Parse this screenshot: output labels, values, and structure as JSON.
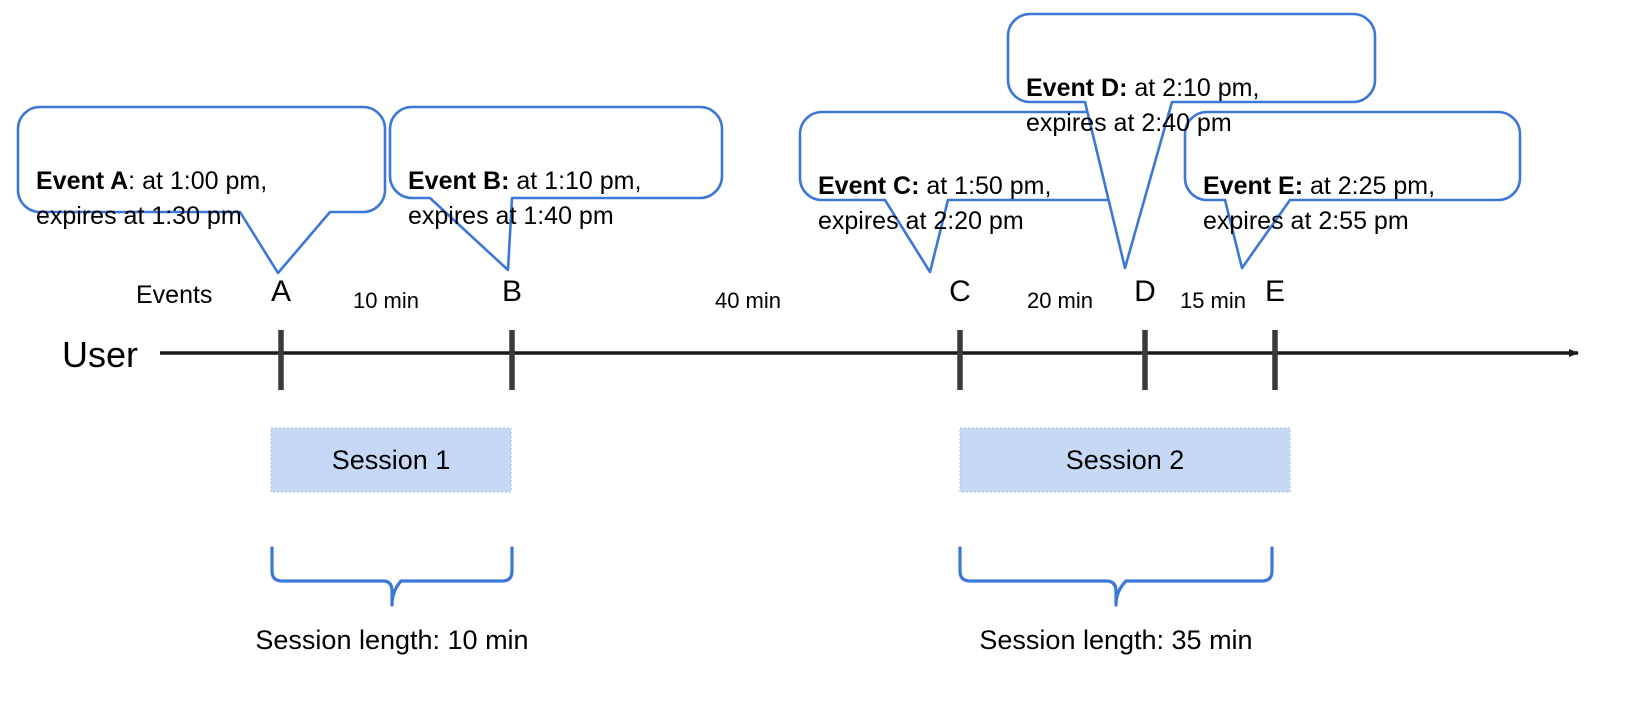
{
  "theme": {
    "callout_stroke": "#3c78d8",
    "callout_fill": "#ffffff",
    "session_fill": "#c5d9f7",
    "session_border": "#b0c7e8",
    "axis_color": "#3a3a3a",
    "brace_color": "#3c78d8",
    "text_color": "#000000",
    "background": "#ffffff"
  },
  "axis": {
    "row_label": "User",
    "events_label": "Events"
  },
  "events": [
    {
      "key": "A",
      "letter": "A",
      "name": "Event A",
      "separator": ":",
      "detail": "at 1:00 pm,\nexpires at 1:30 pm",
      "time": "1:00 pm",
      "expires": "1:30 pm"
    },
    {
      "key": "B",
      "letter": "B",
      "name": "Event B",
      "separator": ":",
      "detail": "at 1:10 pm,\nexpires at 1:40 pm",
      "time": "1:10 pm",
      "expires": "1:40 pm"
    },
    {
      "key": "C",
      "letter": "C",
      "name": "Event C",
      "separator": ":",
      "detail": "at 1:50 pm,\nexpires at 2:20 pm",
      "time": "1:50 pm",
      "expires": "2:20 pm"
    },
    {
      "key": "D",
      "letter": "D",
      "name": "Event D",
      "separator": ":",
      "detail": "at 2:10 pm,\nexpires at 2:40 pm",
      "time": "2:10 pm",
      "expires": "2:40 pm"
    },
    {
      "key": "E",
      "letter": "E",
      "name": "Event E",
      "separator": ":",
      "detail": "at 2:25 pm,\nexpires at 2:55 pm",
      "time": "2:25 pm",
      "expires": "2:55 pm"
    }
  ],
  "intervals": [
    {
      "from": "A",
      "to": "B",
      "label": "10 min"
    },
    {
      "from": "B",
      "to": "C",
      "label": "40 min"
    },
    {
      "from": "C",
      "to": "D",
      "label": "20 min"
    },
    {
      "from": "D",
      "to": "E",
      "label": "15 min"
    }
  ],
  "sessions": [
    {
      "label": "Session 1",
      "length_label": "Session length: 10 min",
      "length": "10 min",
      "events": [
        "A",
        "B"
      ]
    },
    {
      "label": "Session 2",
      "length_label": "Session length: 35 min",
      "length": "35 min",
      "events": [
        "C",
        "D",
        "E"
      ]
    }
  ]
}
